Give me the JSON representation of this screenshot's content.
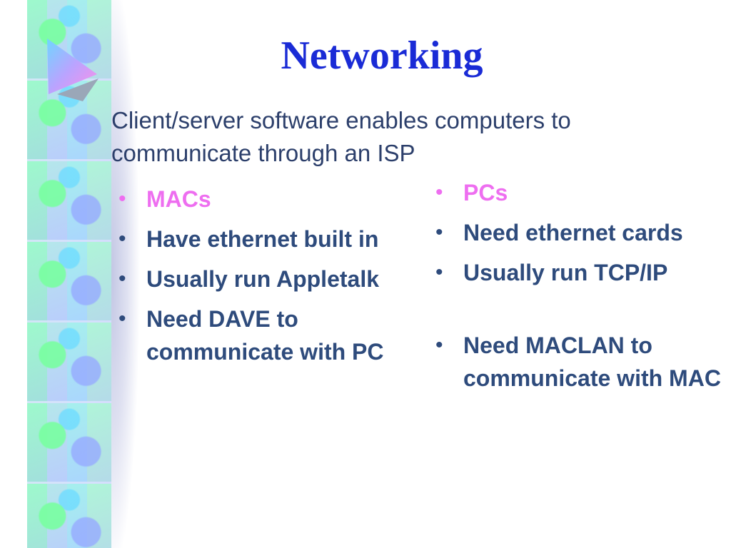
{
  "slide": {
    "title": "Networking",
    "subtitle": "Client/server software enables computers to communicate through an ISP",
    "left_column": {
      "heading": "MACs",
      "items": [
        "Have ethernet built in",
        "Usually run Appletalk",
        "Need DAVE to communicate with PC"
      ]
    },
    "right_column": {
      "heading": "PCs",
      "items": [
        "Need ethernet cards",
        "Usually run TCP/IP",
        "Need MACLAN to communicate with MAC"
      ]
    },
    "colors": {
      "title": "#1a2bd6",
      "body": "#2e4b7c",
      "heading": "#ee6ef0"
    },
    "decoration": {
      "icon": "triangle-arrow-icon"
    }
  }
}
